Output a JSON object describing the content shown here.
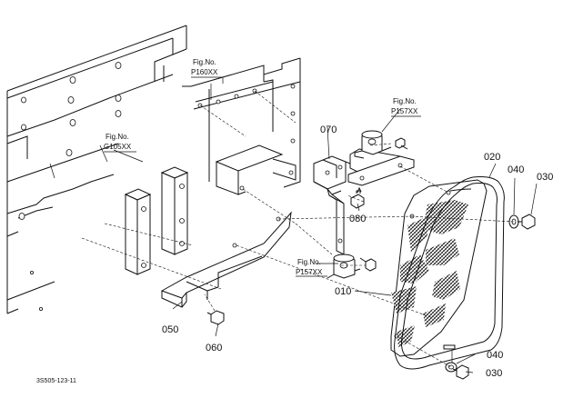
{
  "parts": {
    "p010": "010",
    "p020": "020",
    "p030a": "030",
    "p030b": "030",
    "p040a": "040",
    "p040b": "040",
    "p050": "050",
    "p060": "060",
    "p070": "070",
    "p080": "080"
  },
  "fig_refs": {
    "p160": {
      "label": "Fig.No.",
      "code": "P160XX"
    },
    "g105": {
      "label": "Fig.No.",
      "code": "G105XX"
    },
    "p157_top": {
      "label": "Fig.No.",
      "code": "P157XX"
    },
    "p157_mid": {
      "label": "Fig.No.",
      "code": "P157XX"
    }
  },
  "footer": {
    "drawing_no": "3S505-123-11"
  }
}
